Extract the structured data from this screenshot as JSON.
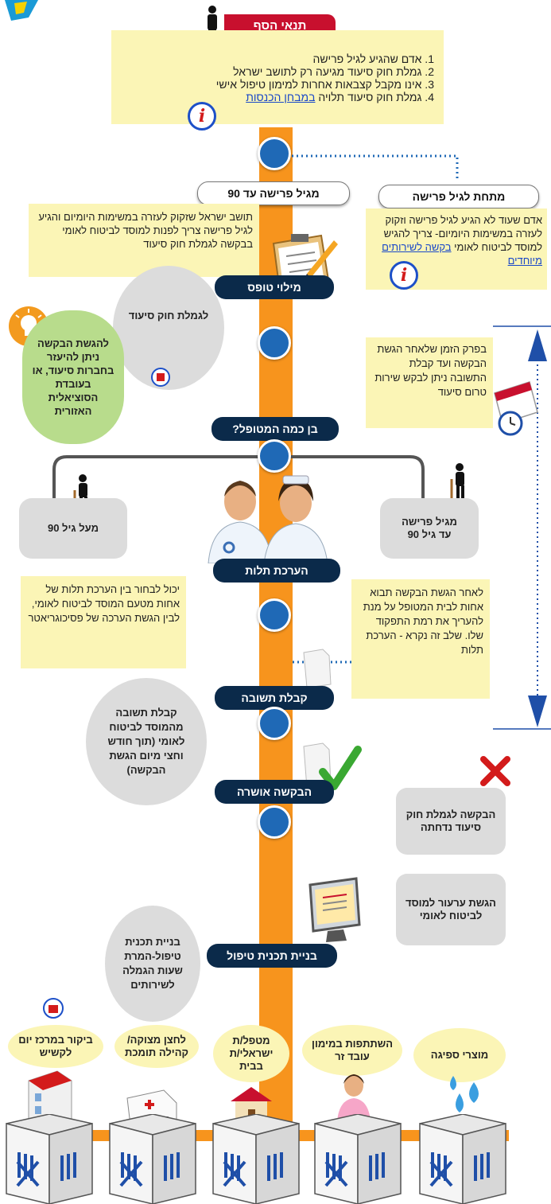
{
  "header": {
    "title": "תנאי הסף"
  },
  "conditions": [
    "1. אדם שהגיע לגיל פרישה",
    "2. גמלת חוק סיעוד מגיעה רק לתושב ישראל",
    "3. אינו מקבל קצבאות אחרות למימון טיפול אישי",
    "4. גמלת חוק סיעוד תלויה "
  ],
  "income_test_link": "במבחן הכנסות",
  "info_glyph": "i",
  "left_branch": {
    "title": "מגיל פרישה עד 90",
    "text": "תושב ישראל שזקוק לעזרה במשימות היומיום והגיע לגיל פרישה צריך לפנות למוסד לביטוח לאומי בבקשה לגמלת חוק סיעוד"
  },
  "right_branch": {
    "title": "מתחת לגיל פרישה",
    "text": "אדם שעוד לא הגיע לגיל פרישה וזקוק לעזרה במשימות היומיום- צריך להגיש למוסד לביטוח לאומי ",
    "link": "בקשה לשירותים מיוחדים"
  },
  "steps": {
    "form": "מילוי טופס",
    "age_question": "בן כמה המטופל?",
    "assessment": "הערכת תלות",
    "answer": "קבלת תשובה",
    "approved": "הבקשה אושרה",
    "plan": "בניית תכנית טיפול"
  },
  "form_bubble": "לגמלת חוק סיעוד",
  "green_tip": "להגשת הבקשה ניתן להיעזר בחברות סיעוד, או בעובדת הסוציאלית האזורית",
  "waiting_note": "בפרק הזמן שלאחר הגשת הבקשה ועד קבלת התשובה ניתן לבקש שירות טרום סיעוד",
  "over90": {
    "label": "מעל גיל 90",
    "text": "יכול לבחור בין הערכת תלות של אחות מטעם המוסד לביטוח לאומי, לבין הגשת הערכה של פסיכוגריאטר"
  },
  "under90": {
    "label_line1": "מגיל פרישה",
    "label_line2": "עד גיל 90",
    "text": "לאחר הגשת הבקשה תבוא אחות לבית המטופל על מנת להעריך את רמת התפקוד שלו. שלב זה נקרא - הערכת תלות"
  },
  "answer_bubble": "קבלת תשובה מהמוסד לביטוח לאומי (תוך חודש וחצי מיום הגשת הבקשה)",
  "rejected": {
    "text": "הבקשה לגמלת חוק סיעוד נדחתה",
    "appeal": "הגשת ערעור למוסד לביטוח לאומי"
  },
  "plan_bubble": "בניית תכנית טיפול-המרת שעות הגמלה לשירותים",
  "services": [
    {
      "label": "מוצרי ספיגה"
    },
    {
      "label": "השתתפות במימון עובד זר"
    },
    {
      "label": "מטפל/ת ישראלי/ת בבית"
    },
    {
      "label": "לחצן מצוקה/ קהילה תומכת"
    },
    {
      "label": "ביקור במרכז יום לקשיש"
    }
  ],
  "colors": {
    "spine": "#f7941d",
    "step_bar": "#0b2a4a",
    "circle": "#1f69b6",
    "header": "#c8102e",
    "arrow": "#1f4fa8"
  }
}
